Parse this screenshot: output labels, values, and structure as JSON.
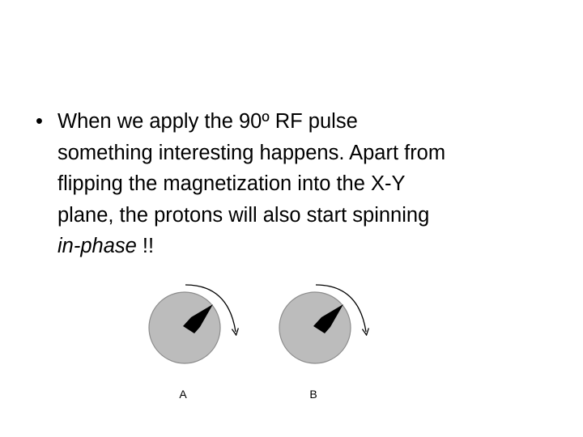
{
  "slide": {
    "bullet": {
      "marker": "•",
      "line1": "When we apply the 90º RF pulse",
      "line2": "something interesting happens. Apart from",
      "line3": "flipping the magnetization into the X-Y",
      "line4": "plane, the protons will also start spinning",
      "line5_italic": "in-phase",
      "line5_rest": " !!"
    },
    "figure": {
      "left_label": "A",
      "right_label": "B",
      "colors": {
        "disc_fill": "#bcbcbc",
        "disc_stroke": "#8c8c8c",
        "needle": "#000000",
        "arrow": "#000000"
      }
    }
  }
}
